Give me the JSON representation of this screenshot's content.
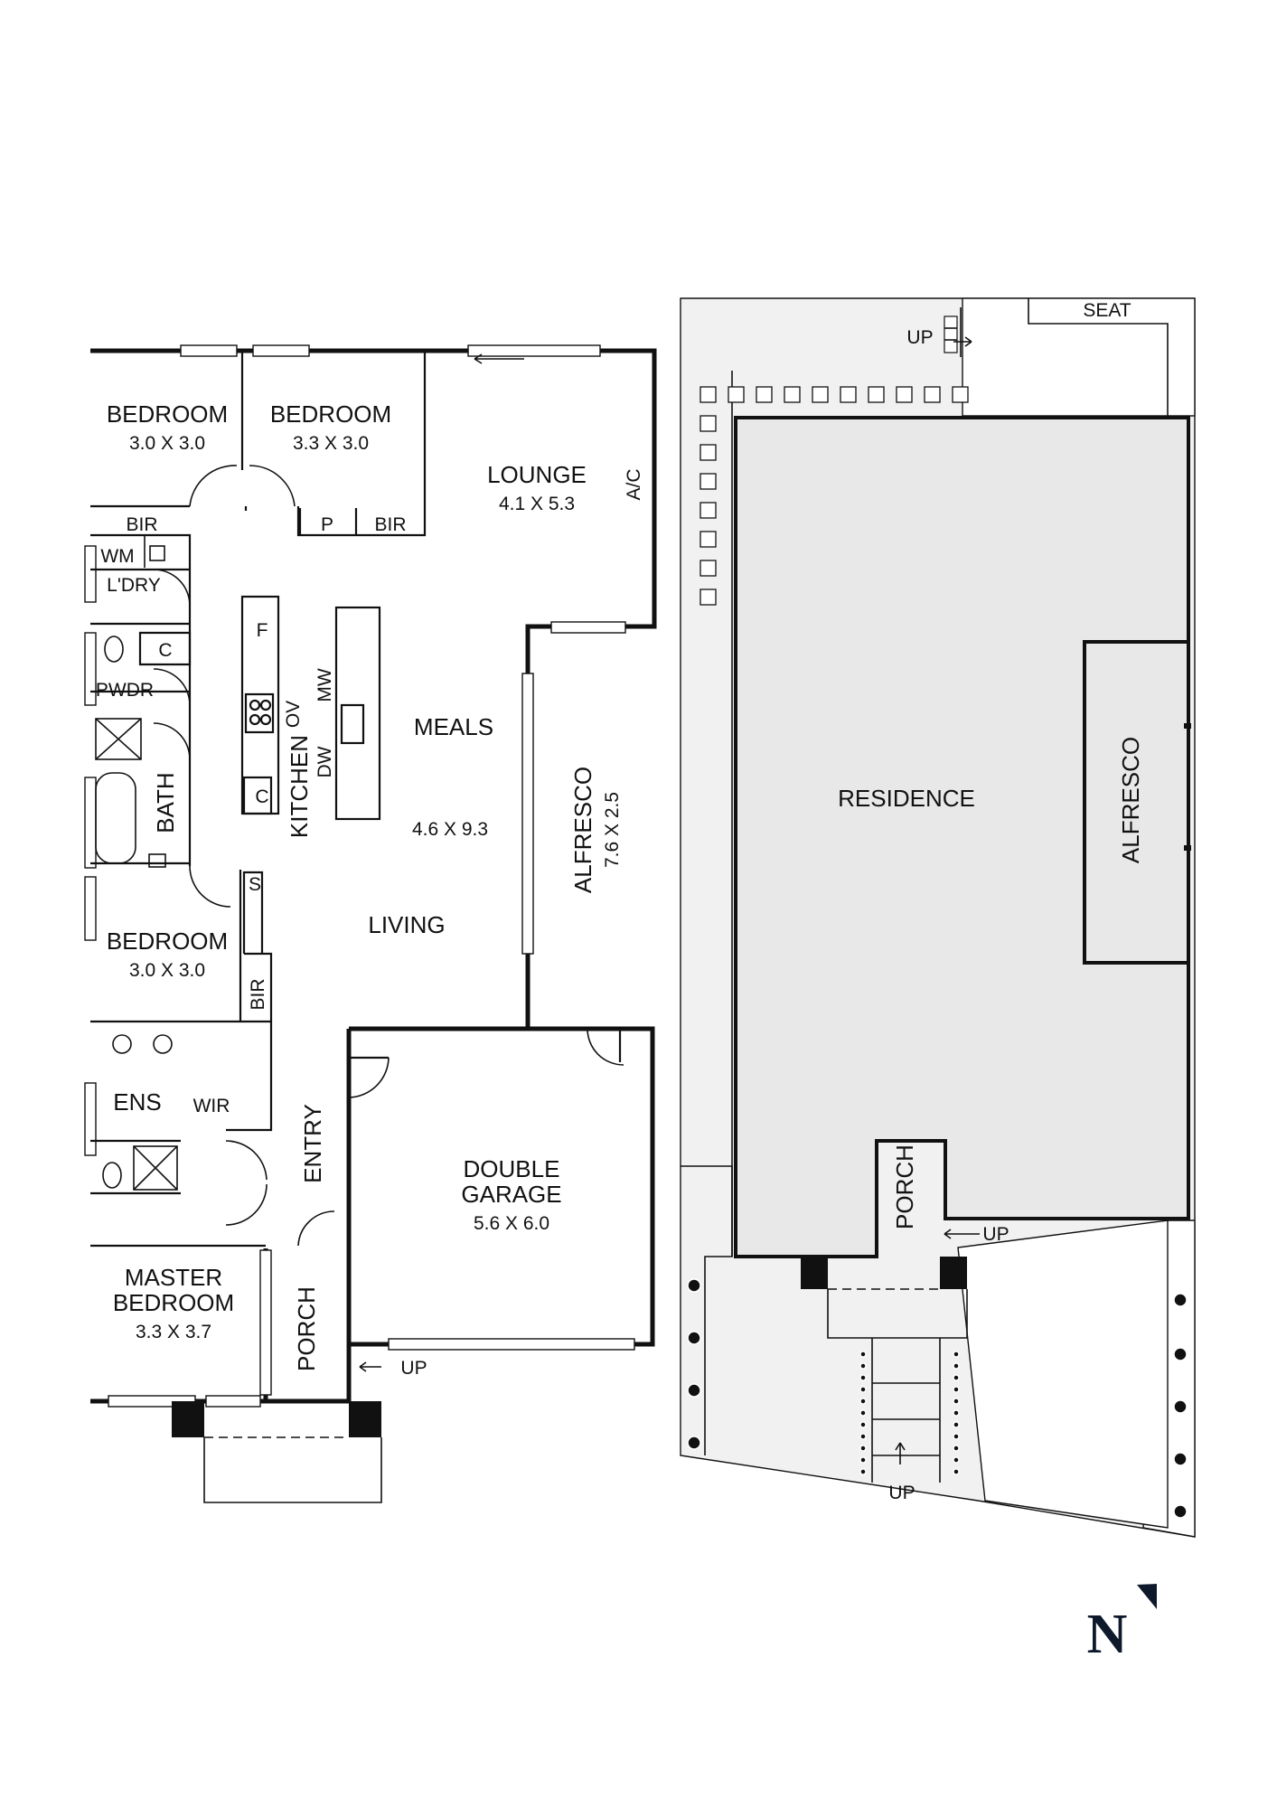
{
  "floor_plan": {
    "rooms": {
      "bedroom_1": {
        "name": "BEDROOM",
        "dim": "3.0 X 3.0"
      },
      "bedroom_2": {
        "name": "BEDROOM",
        "dim": "3.3 X 3.0"
      },
      "lounge": {
        "name": "LOUNGE",
        "dim": "4.1 X 5.3"
      },
      "meals": {
        "name": "MEALS",
        "dim": "4.6 X 9.3"
      },
      "living": {
        "name": "LIVING"
      },
      "kitchen": {
        "name": "KITCHEN"
      },
      "alfresco": {
        "name": "ALFRESCO",
        "dim": "7.6 X 2.5"
      },
      "bedroom_3": {
        "name": "BEDROOM",
        "dim": "3.0 X 3.0"
      },
      "ens": {
        "name": "ENS"
      },
      "wir": {
        "name": "WIR"
      },
      "entry": {
        "name": "ENTRY"
      },
      "garage": {
        "line1": "DOUBLE",
        "line2": "GARAGE",
        "dim": "5.6 X 6.0"
      },
      "master": {
        "line1": "MASTER",
        "line2": "BEDROOM",
        "dim": "3.3 X 3.7"
      },
      "porch": {
        "name": "PORCH"
      },
      "bath": {
        "name": "BATH"
      },
      "ldry": {
        "name": "L'DRY"
      },
      "pwdr": {
        "name": "PWDR"
      }
    },
    "fixtures": {
      "bir": "BIR",
      "pantry": "P",
      "wm": "WM",
      "cupboard": "C",
      "fridge": "F",
      "oven": "OV",
      "microwave": "MW",
      "dishwasher": "DW",
      "ac": "A/C",
      "storage": "S"
    },
    "up_label": "UP"
  },
  "site_plan": {
    "residence": "RESIDENCE",
    "alfresco": "ALFRESCO",
    "porch": "PORCH",
    "seat": "SEAT",
    "up_label": "UP"
  },
  "compass": {
    "letter": "N"
  },
  "colors": {
    "line": "#111111",
    "site_fill": "#f1f1f1",
    "residence_fill": "#e8e8e8",
    "compass": "#0e1a2b"
  }
}
